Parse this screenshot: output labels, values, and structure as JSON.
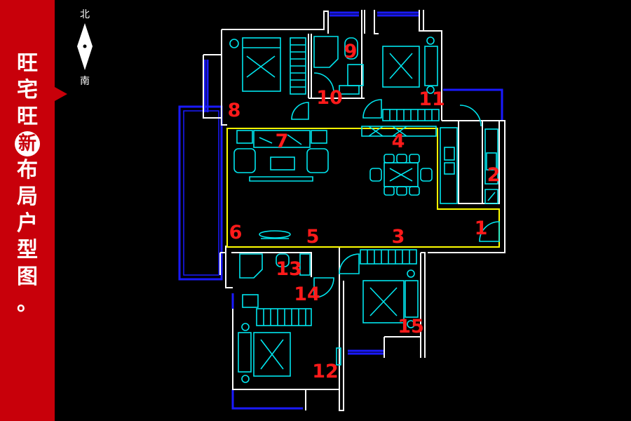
{
  "banner": {
    "chars": [
      "旺",
      "宅",
      "旺",
      "新",
      "布",
      "局",
      "户",
      "型",
      "图",
      "。"
    ],
    "highlight_index": 3,
    "color": "#c8000a"
  },
  "compass": {
    "north_label": "北",
    "south_label": "南"
  },
  "rooms": [
    {
      "id": "1",
      "label": "1"
    },
    {
      "id": "2",
      "label": "2"
    },
    {
      "id": "3",
      "label": "3"
    },
    {
      "id": "4",
      "label": "4"
    },
    {
      "id": "5",
      "label": "5"
    },
    {
      "id": "6",
      "label": "6"
    },
    {
      "id": "7",
      "label": "7"
    },
    {
      "id": "8",
      "label": "8"
    },
    {
      "id": "9",
      "label": "9"
    },
    {
      "id": "10",
      "label": "10"
    },
    {
      "id": "11",
      "label": "11"
    },
    {
      "id": "12",
      "label": "12"
    },
    {
      "id": "13",
      "label": "13"
    },
    {
      "id": "14",
      "label": "14"
    },
    {
      "id": "15",
      "label": "15"
    }
  ],
  "colors": {
    "background": "#000000",
    "walls": "#ffffff",
    "windows": "#1a1aff",
    "furniture": "#00e5ee",
    "zone_outline": "#ffff00",
    "room_numbers": "#ff1a1a"
  }
}
